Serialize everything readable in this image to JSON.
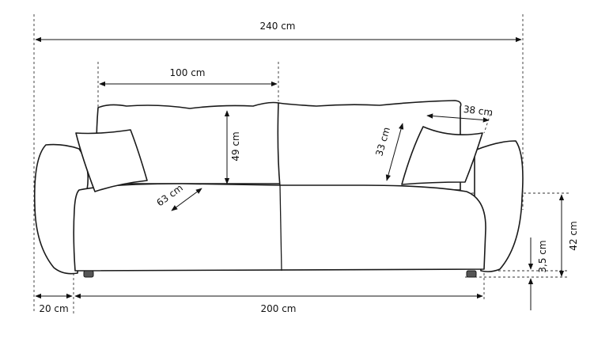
{
  "dimensions": {
    "total_width": "240 cm",
    "seat_width": "100 cm",
    "back_height": "49 cm",
    "seat_depth": "63 cm",
    "pillow_height": "33 cm",
    "pillow_width": "38 cm",
    "arm_height": "42 cm",
    "leg_height": "3,5 cm",
    "arm_width": "20 cm",
    "inner_width": "200 cm"
  }
}
